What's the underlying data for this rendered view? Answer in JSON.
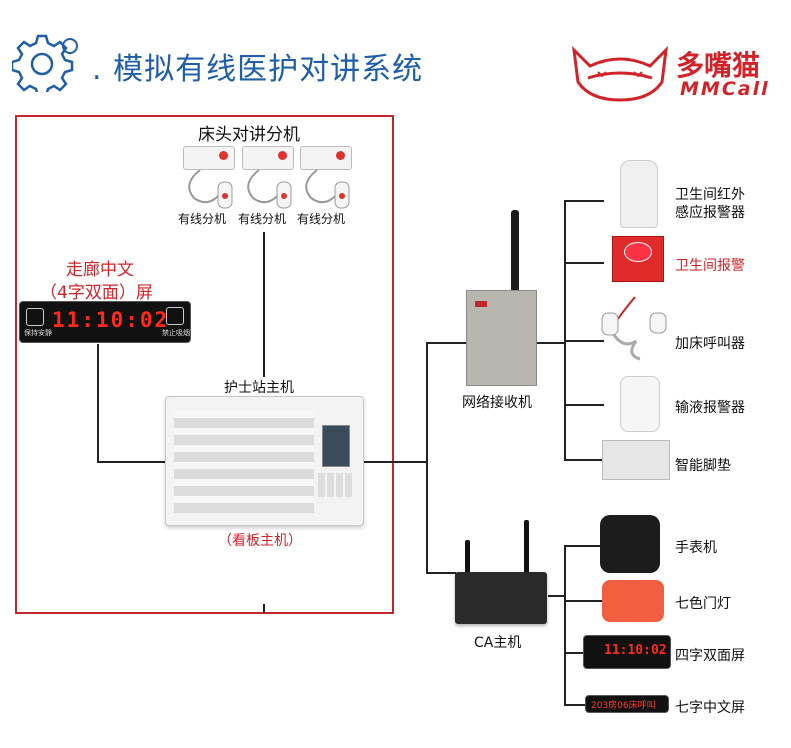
{
  "header": {
    "title": ". 模拟有线医护对讲系统",
    "brand_cn": "多嘴猫",
    "brand_en": "MMCall"
  },
  "colors": {
    "title": "#1f5ea8",
    "brand": "#d2232a",
    "frame": "#c1272d"
  },
  "bedside": {
    "title": "床头对讲分机",
    "units": [
      {
        "label": "有线分机"
      },
      {
        "label": "有线分机"
      },
      {
        "label": "有线分机"
      }
    ]
  },
  "corridor": {
    "label_line1": "走廊中文",
    "label_line2": "（4字双面）屏",
    "time": "11:10:02",
    "left_text": "保持安静",
    "right_text": "禁止吸烟"
  },
  "nurse_station": {
    "label": "护士站主机",
    "sublabel": "（看板主机）"
  },
  "network_receiver": {
    "label": "网络接收机"
  },
  "ca_host": {
    "label": "CA主机"
  },
  "top_devices": [
    {
      "label_line1": "卫生间红外",
      "label_line2": "感应报警器",
      "highlight": false
    },
    {
      "label_line1": "卫生间报警",
      "label_line2": "",
      "highlight": true
    },
    {
      "label_line1": "加床呼叫器",
      "label_line2": "",
      "highlight": false
    },
    {
      "label_line1": "输液报警器",
      "label_line2": "",
      "highlight": false
    },
    {
      "label_line1": "智能脚垫",
      "label_line2": "",
      "highlight": false
    }
  ],
  "bottom_devices": [
    {
      "label": "手表机"
    },
    {
      "label": "七色门灯"
    },
    {
      "label": "四字双面屏",
      "time": "11:10:02"
    },
    {
      "label": "七字中文屏",
      "ticker": "203房06床呼叫"
    }
  ],
  "icons": {
    "header": "gear-icon",
    "brand": "cat-logo-icon"
  }
}
